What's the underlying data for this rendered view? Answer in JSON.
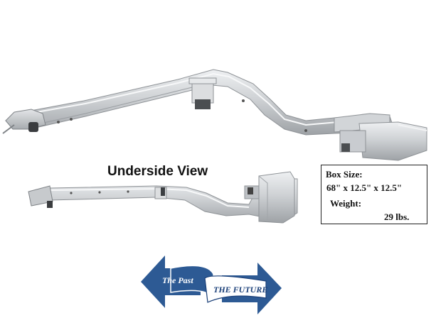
{
  "caption": "Underside View",
  "spec_box": {
    "box_size_label": "Box Size:",
    "box_dims": "68\" x 12.5\" x 12.5\"",
    "weight_label": "Weight:",
    "weight_value": "29 lbs."
  },
  "arrows": {
    "left_label": "The Past",
    "right_label": "THE FUTURE",
    "color": "#2d5a94"
  },
  "colors": {
    "metal_light": "#d9dcdf",
    "metal_mid": "#b6babd",
    "metal_dark": "#8e9296",
    "banner": "#ffffff",
    "banner_outline": "#1a3f78"
  }
}
